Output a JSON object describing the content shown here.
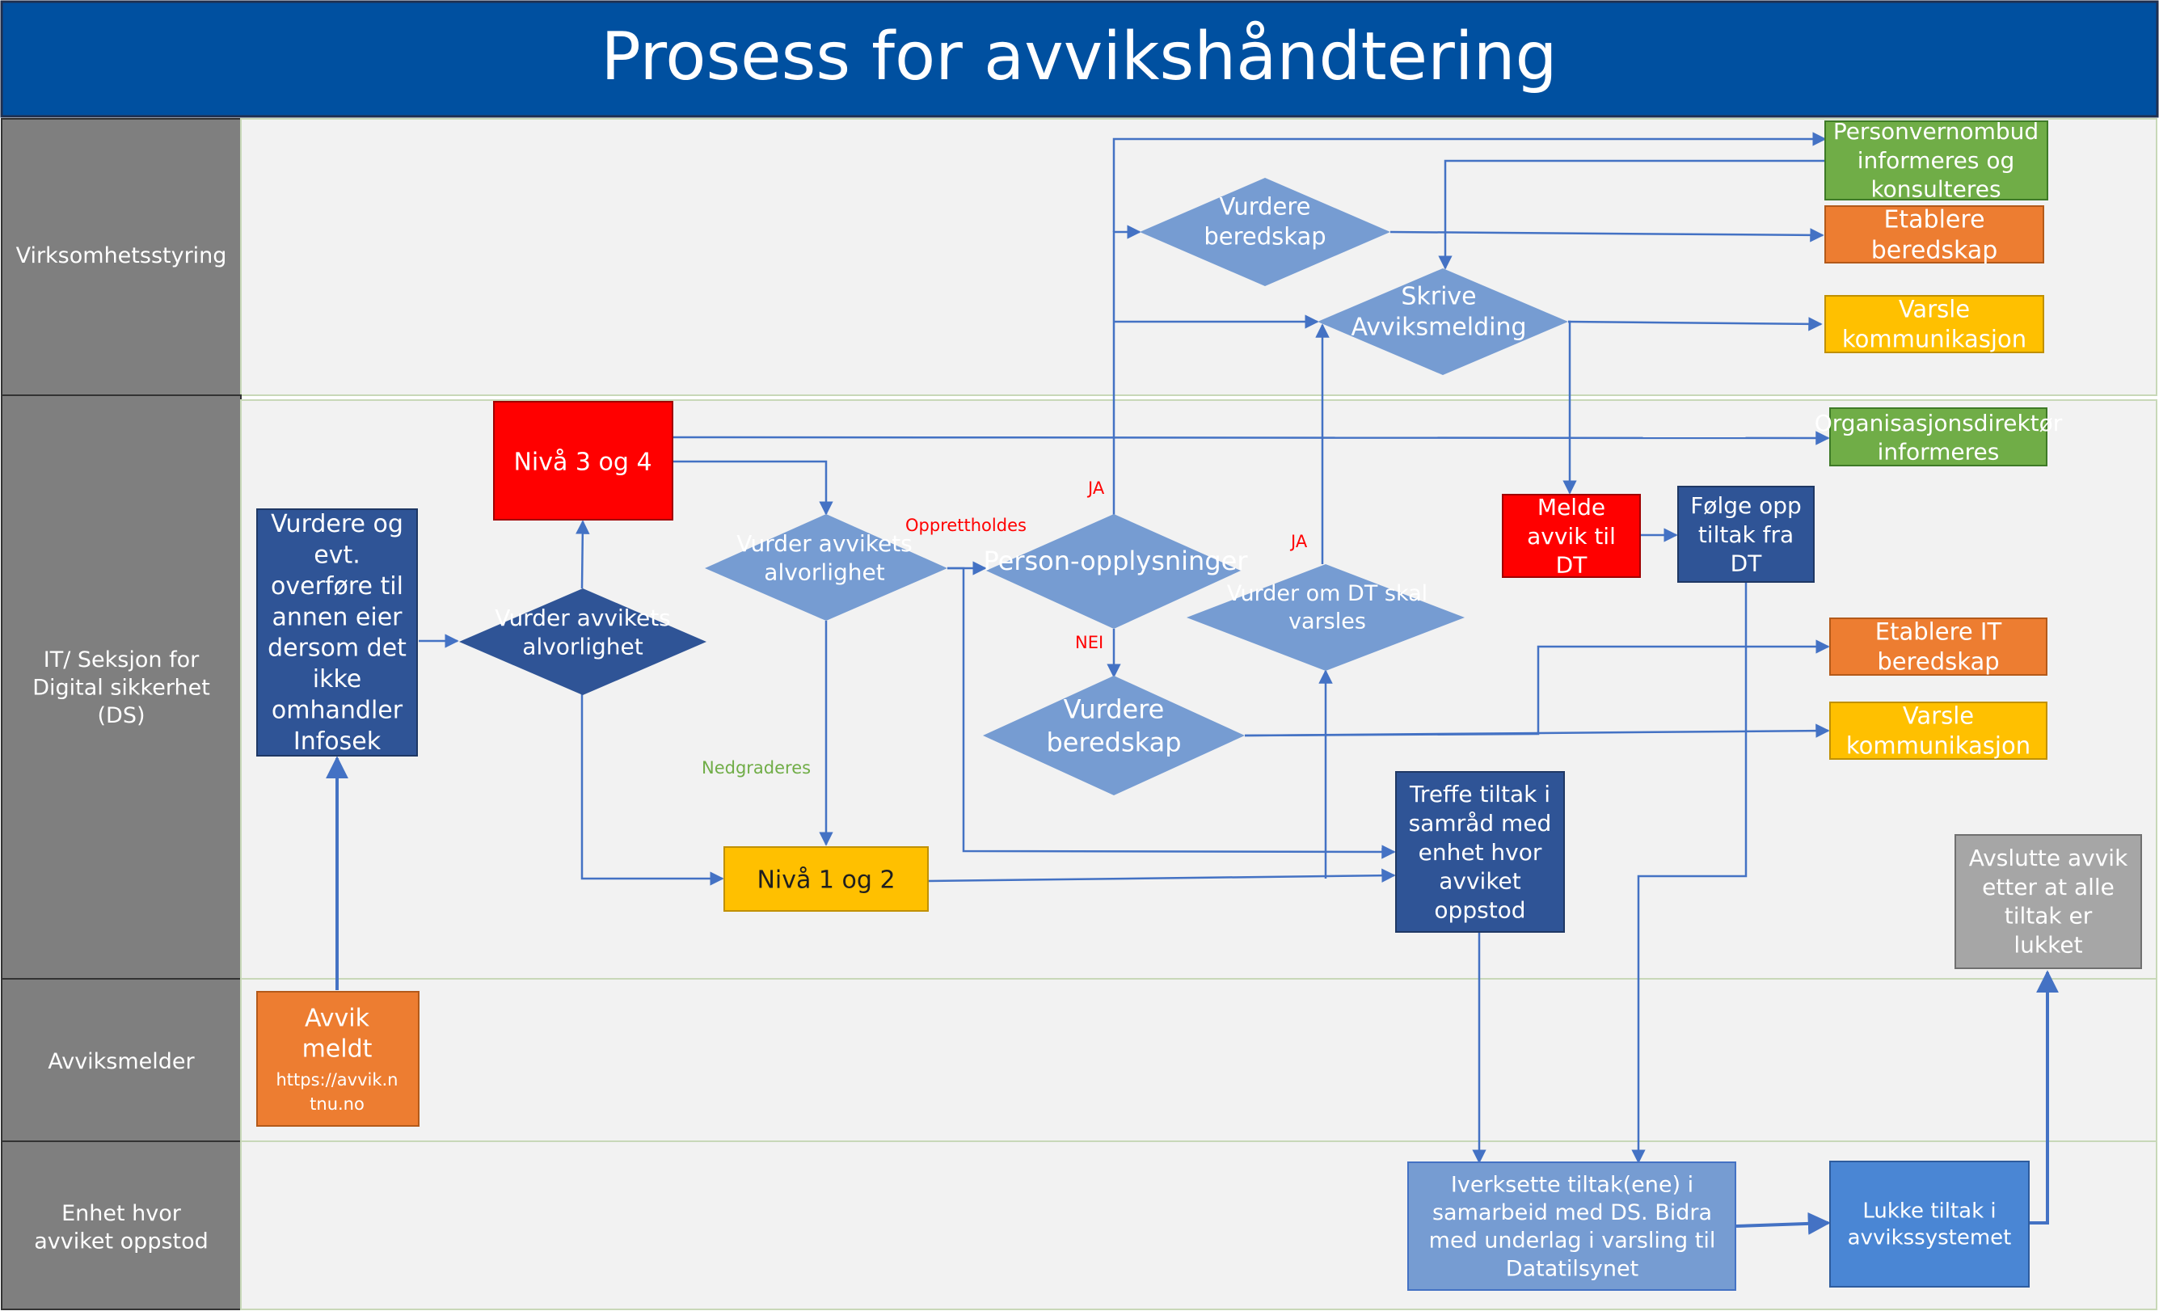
{
  "title": "Prosess for avvikshåndtering",
  "colors": {
    "header_bg": "#0050A0",
    "lane_label_bg": "#7F7F7F",
    "lane_bg": "#F2F2F2",
    "dark_blue": "#2F5496",
    "light_blue": "#769CD2",
    "red": "#FF0000",
    "orange": "#ED7D31",
    "yellow": "#FFC000",
    "green": "#70AD47",
    "gray": "#A6A6A6",
    "mid_blue": "#4A86D4",
    "line": "#4472C4"
  },
  "lanes": [
    {
      "label": "Virksomhetsstyring"
    },
    {
      "label": "IT/ Seksjon for Digital sikkerhet (DS)"
    },
    {
      "label": "Avviksmelder"
    },
    {
      "label": "Enhet hvor avviket oppstod"
    }
  ],
  "nodes": {
    "personvernombud": "Personvernombud informeres og konsulteres",
    "etablere_beredskap": "Etablere beredskap",
    "varsle_kommunikasjon_top": "Varsle kommunikasjon",
    "vurdere_beredskap_top": "Vurdere beredskap",
    "skrive_avviksmelding": "Skrive Avviksmelding",
    "organisasjonsdirektor": "Organisasjonsdirektør informeres",
    "niva_3_og_4": "Nivå 3 og 4",
    "vurdere_og_overfore": "Vurdere og evt. overføre til annen eier dersom det ikke omhandler Infosek",
    "vurder_alvorlighet_1": "Vurder avvikets alvorlighet",
    "vurder_alvorlighet_2": "Vurder avvikets alvorlighet",
    "personopplysninger": "Person-opplysninger",
    "vurder_dt": "Vurder om DT skal varsles",
    "melde_avvik_dt": "Melde avvik til DT",
    "folge_opp_tiltak": "Følge opp tiltak fra DT",
    "etablere_it_beredskap": "Etablere IT beredskap",
    "varsle_kommunikasjon_mid": "Varsle kommunikasjon",
    "vurdere_beredskap_mid": "Vurdere beredskap",
    "treffe_tiltak": "Treffe tiltak i samråd med enhet hvor avviket oppstod",
    "niva_1_og_2": "Nivå 1 og 2",
    "avslutte_avvik": "Avslutte avvik etter at alle tiltak er lukket",
    "avvik_meldt": "Avvik meldt",
    "avvik_url": "https://avvik.ntnu.no",
    "iverksette_tiltak": "Iverksette tiltak(ene) i samarbeid med DS. Bidra med underlag i varsling til Datatilsynet",
    "lukke_tiltak": "Lukke tiltak i avvikssystemet"
  },
  "edge_labels": {
    "opprettholdes": "Opprettholdes",
    "nedgraderes": "Nedgraderes",
    "ja_1": "JA",
    "ja_2": "JA",
    "nei": "NEI"
  }
}
